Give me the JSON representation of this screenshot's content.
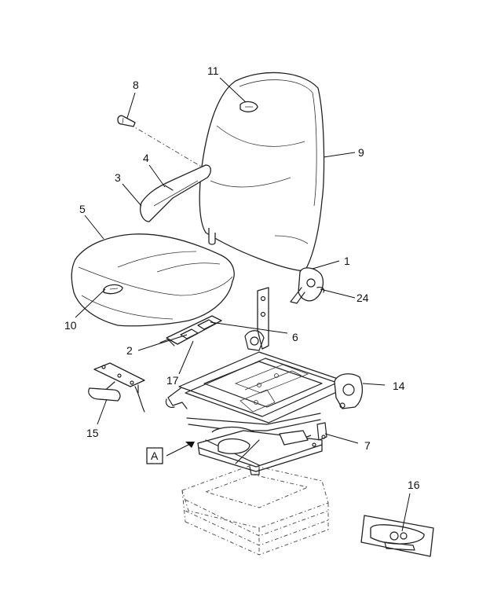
{
  "callouts": [
    "8",
    "11",
    "4",
    "9",
    "3",
    "5",
    "1",
    "24",
    "10",
    "2",
    "6",
    "17",
    "14",
    "15",
    "A",
    "7",
    "16"
  ],
  "footer": {
    "left": "",
    "right": ""
  }
}
